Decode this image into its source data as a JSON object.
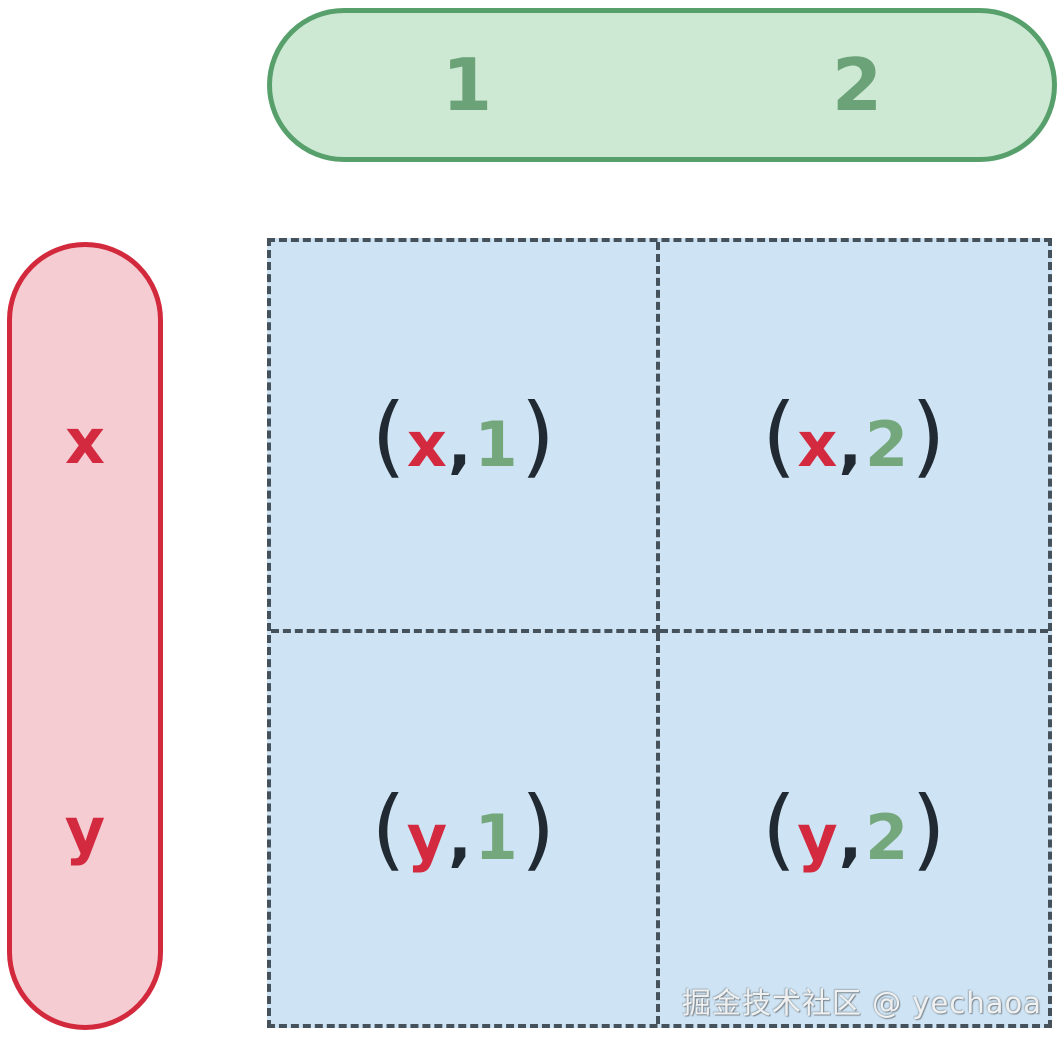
{
  "columns_pill": {
    "items": [
      "1",
      "2"
    ]
  },
  "rows_pill": {
    "items": [
      "x",
      "y"
    ]
  },
  "grid": {
    "cells": [
      {
        "open": "(",
        "first": "x",
        "comma": ",",
        "second": "1",
        "close": ")"
      },
      {
        "open": "(",
        "first": "x",
        "comma": ",",
        "second": "2",
        "close": ")"
      },
      {
        "open": "(",
        "first": "y",
        "comma": ",",
        "second": "1",
        "close": ")"
      },
      {
        "open": "(",
        "first": "y",
        "comma": ",",
        "second": "2",
        "close": ")"
      }
    ]
  },
  "watermark": {
    "text": "掘金技术社区 @ yechaoa"
  },
  "colors": {
    "green_fill": "#cde9d3",
    "green_border": "#57a06c",
    "green_text": "#6ba277",
    "green_num": "#74a87c",
    "red_fill": "#f4ccd2",
    "red_border": "#d2293c",
    "red_text": "#d32a40",
    "cell_fill": "#cee4f4",
    "dash": "#46525b",
    "dark_text": "#212a32"
  }
}
